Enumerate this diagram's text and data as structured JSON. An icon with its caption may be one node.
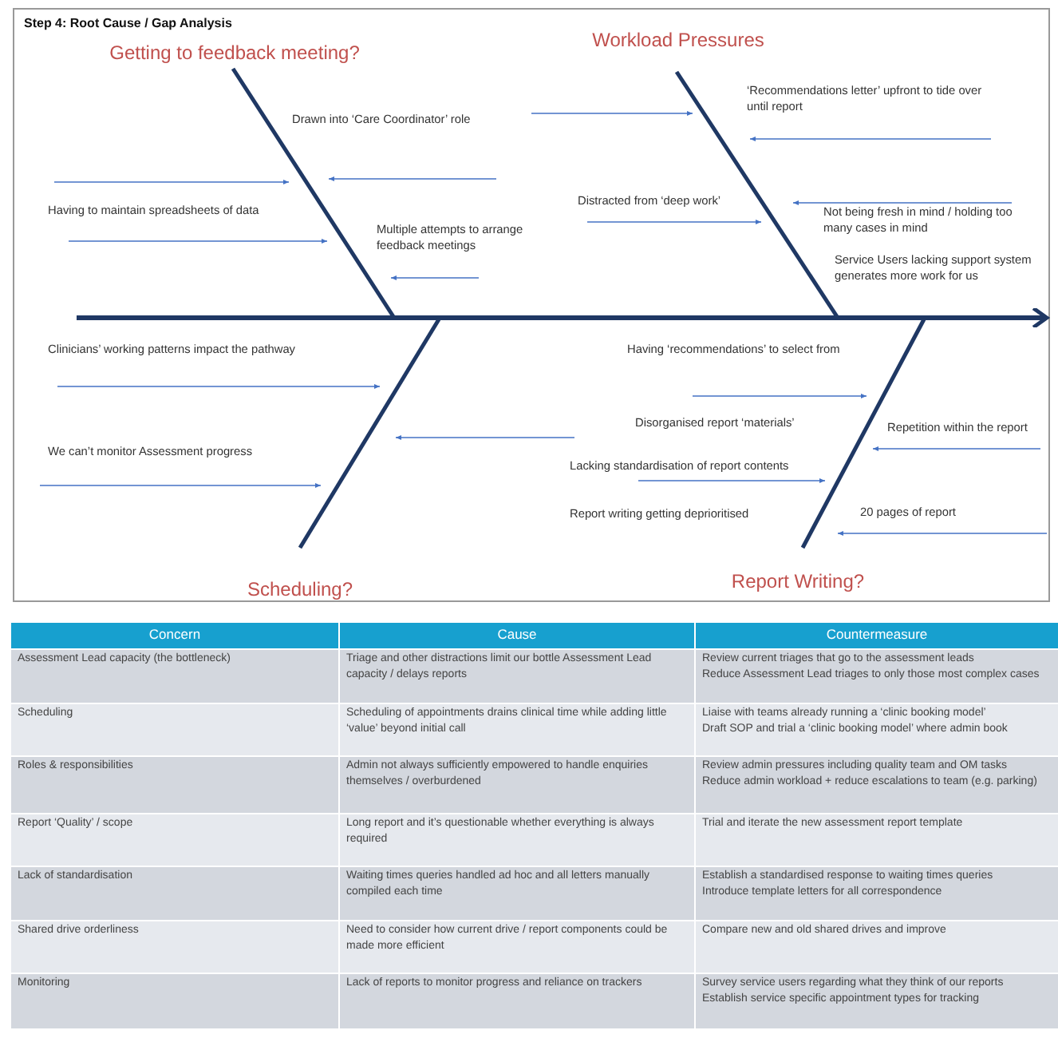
{
  "diagram": {
    "title": "Step 4: Root Cause / Gap Analysis",
    "labels": [
      "Getting to feedback meeting?",
      "Workload Pressures",
      "‘Recommendations letter’ upfront to tide over until report",
      "Drawn into ‘Care Coordinator’ role",
      "Having to maintain spreadsheets of data",
      "Distracted from ‘deep work’",
      "Multiple attempts to arrange feedback meetings",
      "Not being fresh in mind / holding too many cases in mind",
      "Service Users lacking support system generates more work for us",
      "Clinicians’ working patterns impact the pathway",
      "Having ‘recommendations’ to select from",
      "Disorganised report ‘materials’",
      "Repetition within the report",
      "We can’t monitor Assessment progress",
      "Lacking standardisation of report contents",
      "Report writing getting deprioritised",
      "20 pages of report",
      "Scheduling?",
      "Report Writing?",
      "Concern",
      "Cause",
      "Countermeasure",
      "Assessment Lead capacity (the bottleneck)",
      "Triage and other distractions limit our bottle Assessment Lead capacity / delays reports",
      "Review current triages that go to the assessment leads",
      "Reduce Assessment Lead triages to only those most complex cases",
      "Scheduling",
      "Scheduling of appointments drains clinical time while adding little ‘value’ beyond initial call",
      "Liaise with teams already running a ‘clinic booking model’",
      "Draft SOP and trial a ‘clinic booking model’ where admin book",
      "Roles & responsibilities",
      "Admin not always sufficiently empowered to handle enquiries themselves / overburdened",
      "Review admin pressures including quality team and OM tasks",
      "Reduce admin workload + reduce escalations to team (e.g. parking)",
      "Report ‘Quality’ / scope",
      "Long report and it’s questionable whether everything is always required",
      "Trial and iterate the new assessment report template",
      "Lack of standardisation",
      "Waiting times queries handled ad hoc and all letters manually compiled each time",
      "Establish a standardised response to waiting times queries",
      "Introduce template letters for all correspondence",
      "Shared drive orderliness",
      "Need to consider how current drive / report components could be made more efficient",
      "Compare new and old shared drives and improve",
      "Monitoring",
      "Lack of reports to monitor progress and reliance on trackers",
      "Survey service users regarding what they think of our reports",
      "Establish service specific appointment types for tracking"
    ]
  }
}
